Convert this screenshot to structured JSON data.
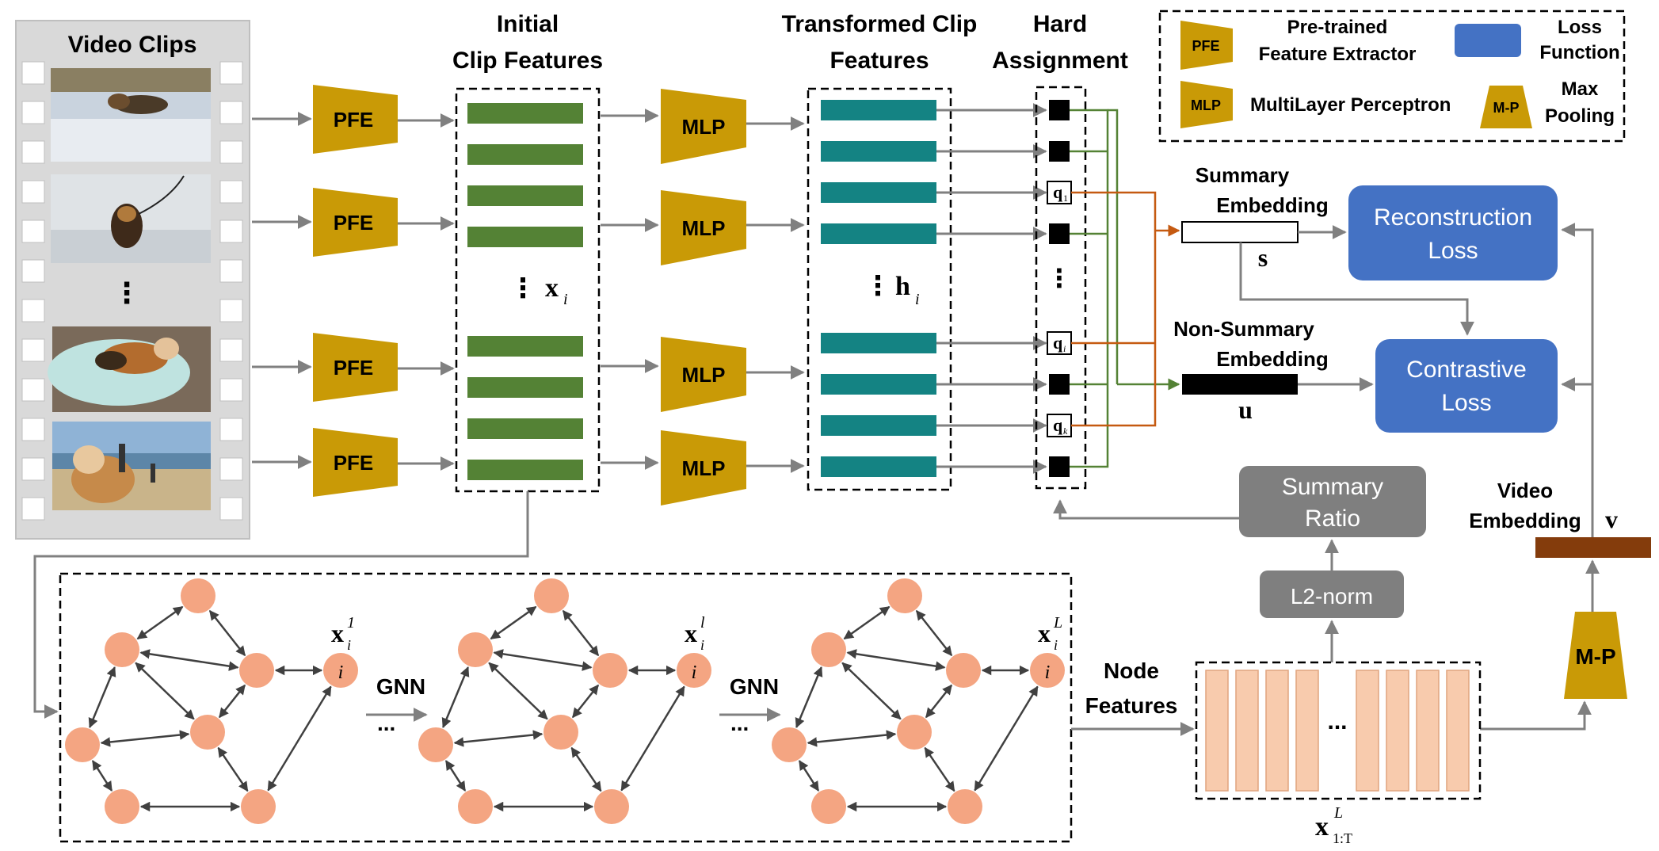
{
  "labels": {
    "video_clips": "Video Clips",
    "initial_1": "Initial",
    "initial_2": "Clip Features",
    "transformed_1": "Transformed Clip",
    "transformed_2": "Features",
    "hard_1": "Hard",
    "hard_2": "Assignment",
    "summary_emb_1": "Summary",
    "summary_emb_2": "Embedding",
    "summary_sym": "s",
    "nonsummary_1": "Non-Summary",
    "nonsummary_2": "Embedding",
    "nonsummary_sym": "u",
    "reconstruction_1": "Reconstruction",
    "reconstruction_2": "Loss",
    "contrastive_1": "Contrastive",
    "contrastive_2": "Loss",
    "summary_ratio_1": "Summary",
    "summary_ratio_2": "Ratio",
    "l2norm": "L2-norm",
    "video_emb_1": "Video",
    "video_emb_2": "Embedding",
    "video_sym": "v",
    "mp": "M-P",
    "node_1": "Node",
    "node_2": "Features",
    "gnn": "GNN",
    "ellipsis": "...",
    "xi": "x",
    "xi_sub": "i",
    "hi": "h",
    "hi_sub": "i",
    "node_i": "i",
    "sup_1": "1",
    "sup_l": "l",
    "sup_L": "L",
    "x1T": "x",
    "x1T_sup": "L",
    "x1T_sub": "1:T",
    "q": "q",
    "q_subs": [
      "1",
      "i",
      "k"
    ]
  },
  "blocks": {
    "pfe": [
      "PFE",
      "PFE",
      "PFE",
      "PFE"
    ],
    "mlp": [
      "MLP",
      "MLP",
      "MLP",
      "MLP"
    ]
  },
  "legend": {
    "pfe_tag": "PFE",
    "pfe_1": "Pre-trained",
    "pfe_2": "Feature Extractor",
    "loss_1": "Loss",
    "loss_2": "Function",
    "mlp_tag": "MLP",
    "mlp_text": "MultiLayer Perceptron",
    "mp_tag": "M-P",
    "mp_1": "Max",
    "mp_2": "Pooling"
  },
  "colors": {
    "gold": "#c99a06",
    "green": "#548235",
    "teal": "#148383",
    "blue": "#4472c4",
    "gray": "#7f7f7f",
    "orange_node": "#f4a582",
    "bar_orange": "#f8cbad",
    "brown": "#843c0c",
    "arrow_orange": "#c55a11",
    "arrow_gray": "#808080"
  }
}
